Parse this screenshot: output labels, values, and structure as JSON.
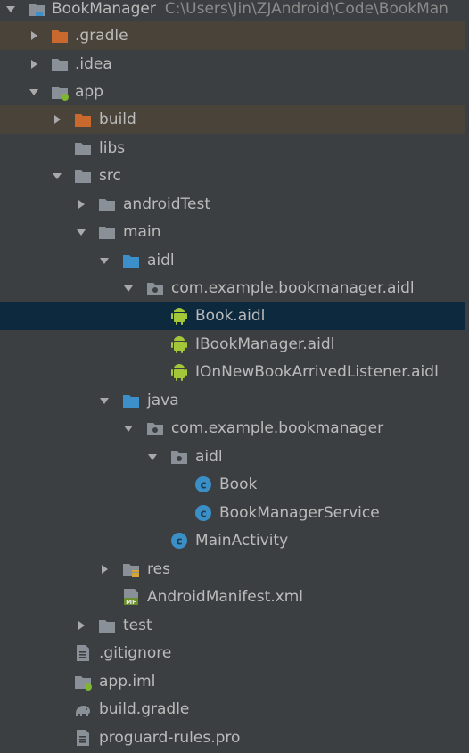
{
  "tree": {
    "root": {
      "label": "BookManager",
      "path": "C:\\Users\\Jin\\ZJAndroid\\Code\\BookMan"
    },
    "items": [
      {
        "label": ".gradle"
      },
      {
        "label": ".idea"
      },
      {
        "label": "app"
      },
      {
        "label": "build"
      },
      {
        "label": "libs"
      },
      {
        "label": "src"
      },
      {
        "label": "androidTest"
      },
      {
        "label": "main"
      },
      {
        "label": "aidl"
      },
      {
        "label": "com.example.bookmanager.aidl"
      },
      {
        "label": "Book.aidl"
      },
      {
        "label": "IBookManager.aidl"
      },
      {
        "label": "IOnNewBookArrivedListener.aidl"
      },
      {
        "label": "java"
      },
      {
        "label": "com.example.bookmanager"
      },
      {
        "label": "aidl"
      },
      {
        "label": "Book"
      },
      {
        "label": "BookManagerService"
      },
      {
        "label": "MainActivity"
      },
      {
        "label": "res"
      },
      {
        "label": "AndroidManifest.xml"
      },
      {
        "label": "test"
      },
      {
        "label": ".gitignore"
      },
      {
        "label": "app.iml"
      },
      {
        "label": "build.gradle"
      },
      {
        "label": "proguard-rules.pro"
      }
    ]
  },
  "colors": {
    "background": "#3c3f41",
    "selected_row": "#0d293e",
    "excluded_row": "#4a4339",
    "folder": "#8a9097",
    "excluded_folder": "#c9692e",
    "source_folder": "#3d8fc9",
    "android_green": "#a4c639",
    "class_icon": "#3a8fc6"
  }
}
